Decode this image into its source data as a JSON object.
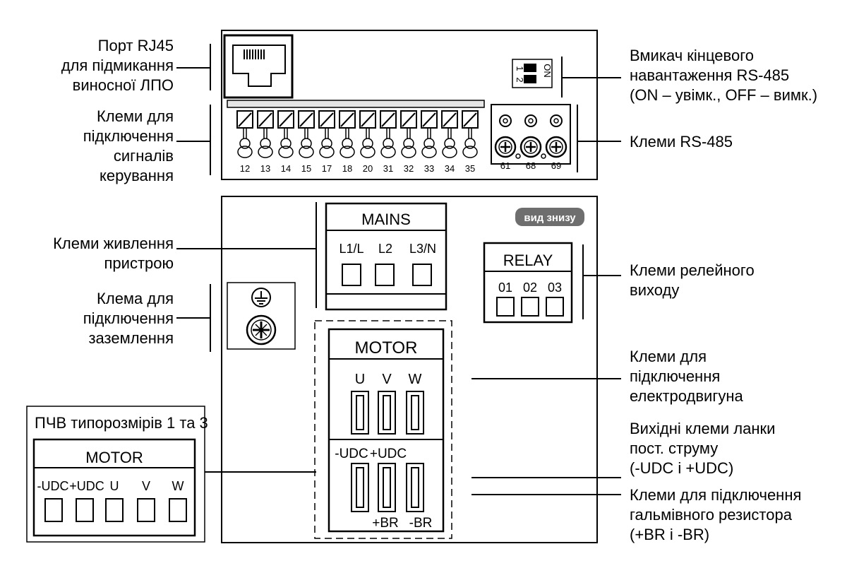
{
  "labels": {
    "rj45": [
      "Порт RJ45",
      "для підмикання",
      "виносної ЛПО"
    ],
    "control": [
      "Клеми для",
      "підключення",
      "сигналів",
      "керування"
    ],
    "termination": [
      "Вмикач кінцевого",
      "навантаження RS-485",
      "(ON – увімк., OFF – вимк.)"
    ],
    "rs485": [
      "Клеми RS-485"
    ],
    "power": [
      "Клеми живлення",
      "пристрою"
    ],
    "ground": [
      "Клема для",
      "підключення",
      "заземлення"
    ],
    "relay": [
      "Клеми релейного",
      "виходу"
    ],
    "motor": [
      "Клеми для",
      "підключення",
      "електродвигуна"
    ],
    "dc_link": [
      "Вихідні клеми ланки",
      "пост. струму",
      "(-UDC і +UDC)"
    ],
    "brake": [
      "Клеми для підключення",
      "гальмівного резистора",
      "(+BR і -BR)"
    ]
  },
  "control_terminals": [
    "12",
    "13",
    "14",
    "15",
    "17",
    "18",
    "20",
    "31",
    "32",
    "33",
    "34",
    "35"
  ],
  "rs485_terminals": [
    "61",
    "68",
    "69"
  ],
  "dip_switch": {
    "pos1": "1",
    "pos2": "2",
    "on_label": "ON"
  },
  "mains": {
    "title": "MAINS",
    "terminals": [
      "L1/L",
      "L2",
      "L3/N"
    ]
  },
  "relay": {
    "title": "RELAY",
    "terminals": [
      "01",
      "02",
      "03"
    ]
  },
  "motor": {
    "title": "MOTOR",
    "terminals": [
      "U",
      "V",
      "W"
    ],
    "dc_terminals": [
      "-UDC",
      "+UDC"
    ],
    "br_terminals": [
      "+BR",
      "-BR"
    ]
  },
  "bottom_view_badge": "вид знизу",
  "inset": {
    "caption": "ПЧВ типорозмірів 1 та 3",
    "title": "MOTOR",
    "terminals": [
      "-UDC",
      "+UDC",
      "U",
      "V",
      "W"
    ]
  }
}
